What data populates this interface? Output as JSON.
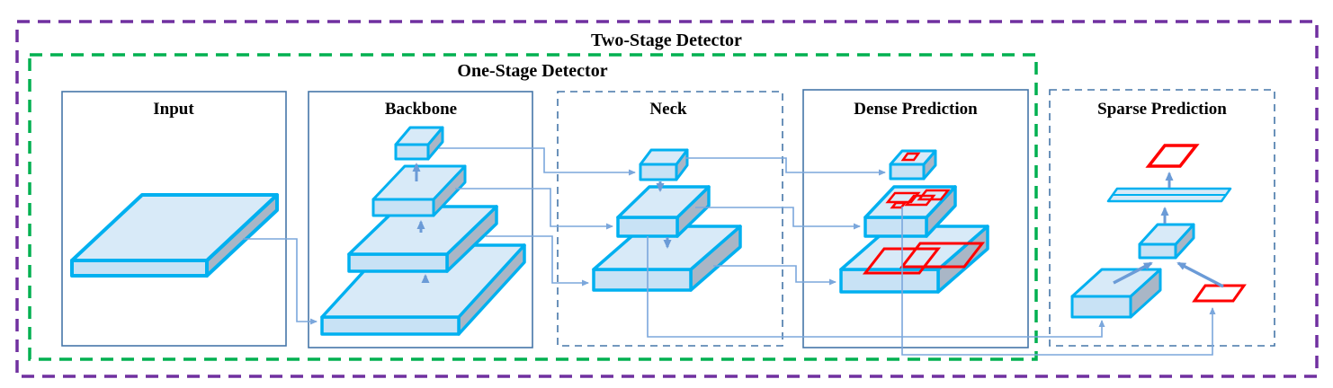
{
  "figure": {
    "type": "object-detector-architecture-diagram",
    "two_stage": {
      "label": "Two-Stage Detector",
      "border_color": "#7030A0",
      "border_style": "dashed"
    },
    "one_stage": {
      "label": "One-Stage Detector",
      "border_color": "#00B050",
      "border_style": "dashed"
    },
    "sections": [
      {
        "label": "Input",
        "border": "solid"
      },
      {
        "label": "Backbone",
        "border": "solid"
      },
      {
        "label": "Neck",
        "border": "dashed"
      },
      {
        "label": "Dense Prediction",
        "border": "solid"
      },
      {
        "label": "Sparse Prediction",
        "border": "dashed"
      }
    ],
    "colors": {
      "section_border": "#4576A8",
      "connector_line": "#7BA7DC",
      "arrow": "#6B9BD7",
      "feature_map_stroke": "#00B0F0",
      "feature_map_top": "#D8EAF8",
      "feature_map_front": "#C8E2F5",
      "feature_map_side": "#A9B6C6",
      "bounding_box_red": "#FF0000",
      "text": "#000000",
      "background": "#FFFFFF"
    }
  }
}
